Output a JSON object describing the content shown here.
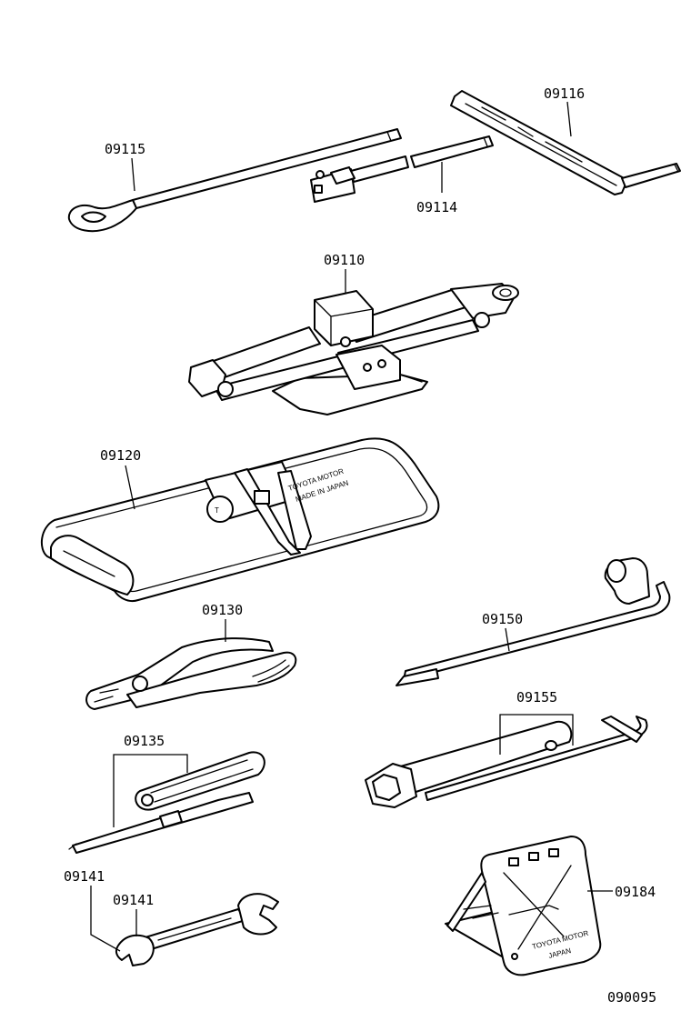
{
  "diagram_code": "090095",
  "parts": [
    {
      "id": "p09115",
      "label": "09115"
    },
    {
      "id": "p09116",
      "label": "09116"
    },
    {
      "id": "p09114",
      "label": "09114"
    },
    {
      "id": "p09110",
      "label": "09110"
    },
    {
      "id": "p09120",
      "label": "09120",
      "stamp_line1": "TOYOTA MOTOR",
      "stamp_line2": "MADE IN JAPAN"
    },
    {
      "id": "p09130",
      "label": "09130"
    },
    {
      "id": "p09150",
      "label": "09150"
    },
    {
      "id": "p09135",
      "label": "09135"
    },
    {
      "id": "p09155",
      "label": "09155"
    },
    {
      "id": "p09141a",
      "label": "09141"
    },
    {
      "id": "p09141b",
      "label": "09141"
    },
    {
      "id": "p09184",
      "label": "09184",
      "stamp_line1": "TOYOTA MOTOR",
      "stamp_line2": "JAPAN"
    }
  ]
}
